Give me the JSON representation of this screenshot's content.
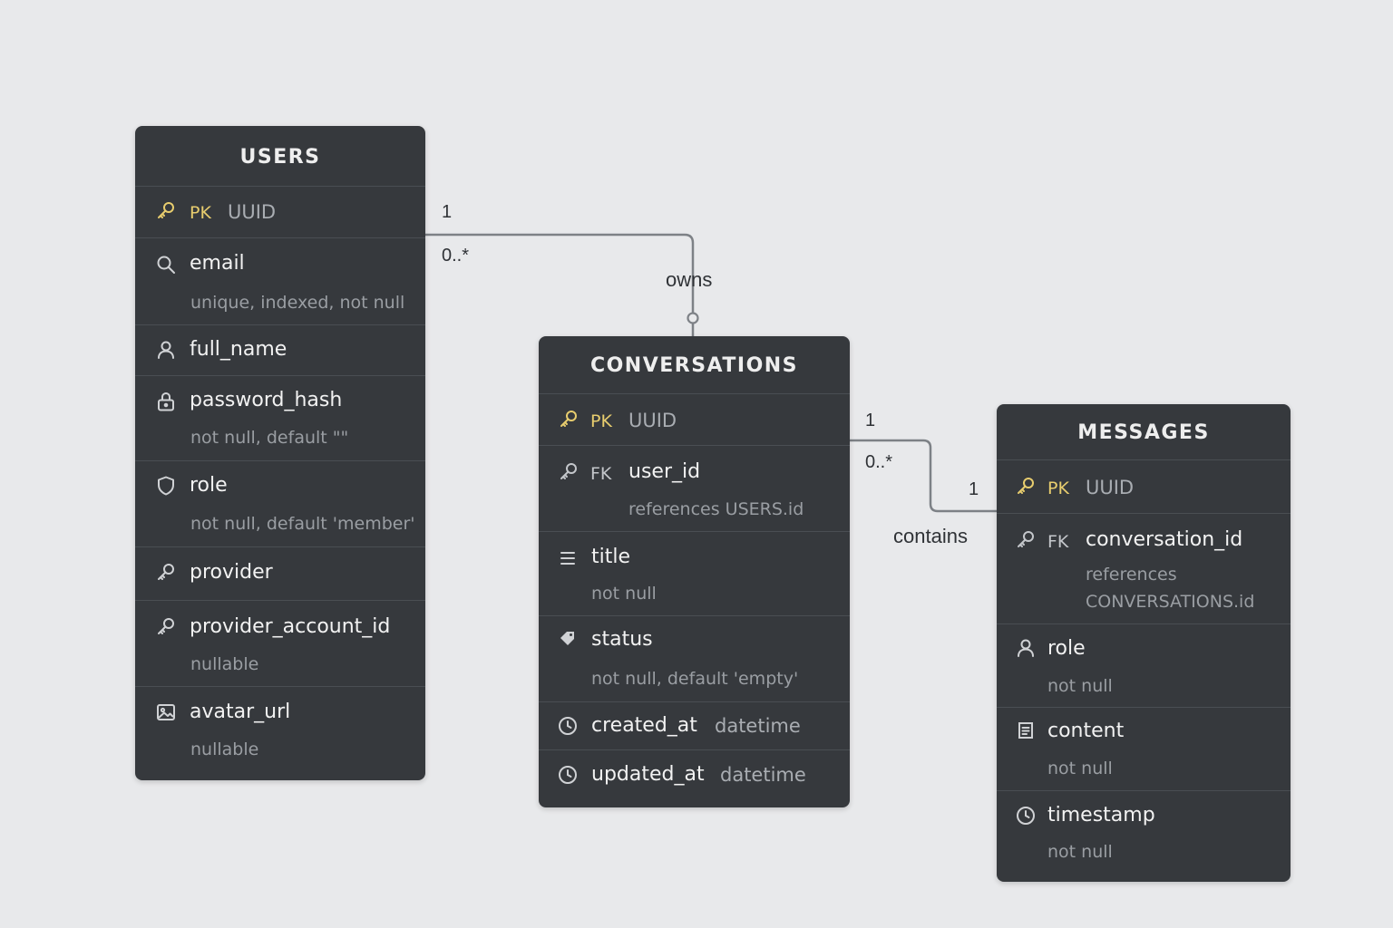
{
  "entities": {
    "users": {
      "title": "USERS",
      "pk": {
        "tag": "PK",
        "type": "UUID"
      },
      "fields": [
        {
          "name": "email",
          "meta": "unique, indexed, not null",
          "icon": "search-icon"
        },
        {
          "name": "full_name",
          "icon": "user-icon"
        },
        {
          "name": "password_hash",
          "meta": "not null, default \"\"",
          "icon": "lock-icon"
        },
        {
          "name": "role",
          "meta": "not null, default 'member'",
          "icon": "shield-icon"
        },
        {
          "name": "provider",
          "icon": "key-icon"
        },
        {
          "name": "provider_account_id",
          "meta": "nullable",
          "icon": "key-icon"
        },
        {
          "name": "avatar_url",
          "meta": "nullable",
          "icon": "image-icon"
        }
      ]
    },
    "conversations": {
      "title": "CONVERSATIONS",
      "pk": {
        "tag": "PK",
        "type": "UUID"
      },
      "fk": {
        "tag": "FK",
        "name": "user_id",
        "meta": "references USERS.id"
      },
      "fields": [
        {
          "name": "title",
          "meta": "not null",
          "icon": "list-icon"
        },
        {
          "name": "status",
          "meta": "not null, default 'empty'",
          "icon": "tag-icon"
        },
        {
          "name": "created_at",
          "type": "datetime",
          "icon": "clock-icon"
        },
        {
          "name": "updated_at",
          "type": "datetime",
          "icon": "clock-icon"
        }
      ]
    },
    "messages": {
      "title": "MESSAGES",
      "pk": {
        "tag": "PK",
        "type": "UUID"
      },
      "fk": {
        "tag": "FK",
        "name": "conversation_id",
        "meta_line1": "references",
        "meta_line2": "CONVERSATIONS.id"
      },
      "fields": [
        {
          "name": "role",
          "meta": "not null",
          "icon": "user-icon"
        },
        {
          "name": "content",
          "meta": "not null",
          "icon": "document-icon"
        },
        {
          "name": "timestamp",
          "meta": "not null",
          "icon": "clock-icon"
        }
      ]
    }
  },
  "relationships": [
    {
      "label": "owns",
      "from_card": "1",
      "to_card": "0..*"
    },
    {
      "label": "contains",
      "from_card": "1",
      "to_card": "0..*",
      "extra_card": "1"
    }
  ],
  "colors": {
    "background": "#e8e9eb",
    "card": "#36393d",
    "divider": "#4a4e53",
    "pk_accent": "#e8cd6e",
    "connector": "#7d8186"
  }
}
